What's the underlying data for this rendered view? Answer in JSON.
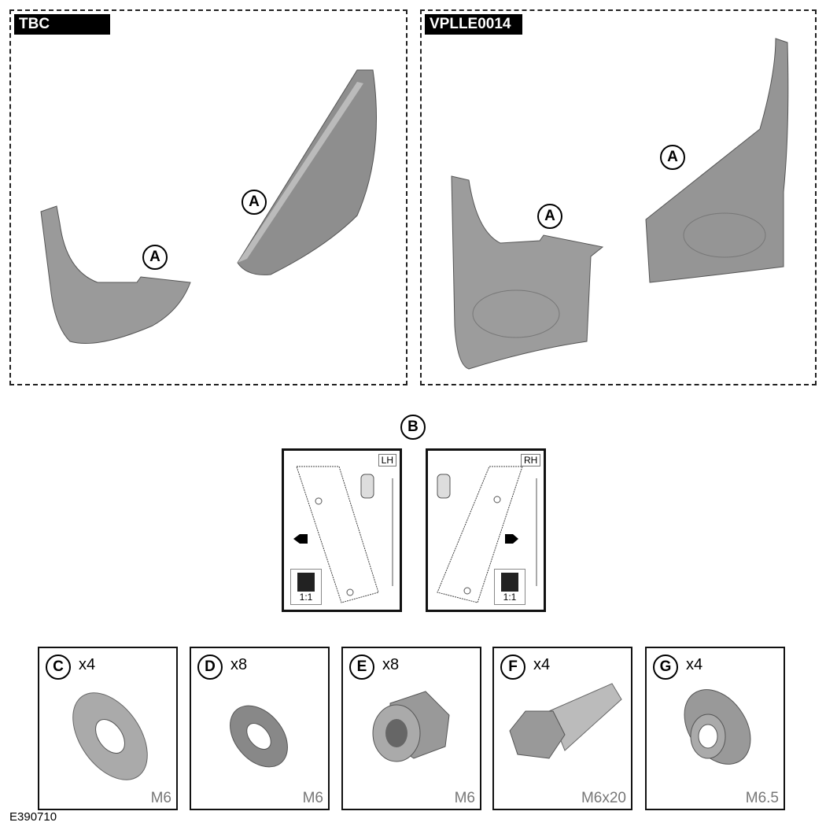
{
  "kits": [
    {
      "label": "TBC"
    },
    {
      "label": "VPLLE0014"
    }
  ],
  "callouts": {
    "a": "A",
    "b": "B"
  },
  "templates": [
    {
      "side": "LH",
      "scale": "1:1"
    },
    {
      "side": "RH",
      "scale": "1:1"
    }
  ],
  "parts": [
    {
      "id": "C",
      "qty": "x4",
      "size": "M6"
    },
    {
      "id": "D",
      "qty": "x8",
      "size": "M6"
    },
    {
      "id": "E",
      "qty": "x8",
      "size": "M6"
    },
    {
      "id": "F",
      "qty": "x4",
      "size": "M6x20"
    },
    {
      "id": "G",
      "qty": "x4",
      "size": "M6.5"
    }
  ],
  "figure_id": "E390710"
}
